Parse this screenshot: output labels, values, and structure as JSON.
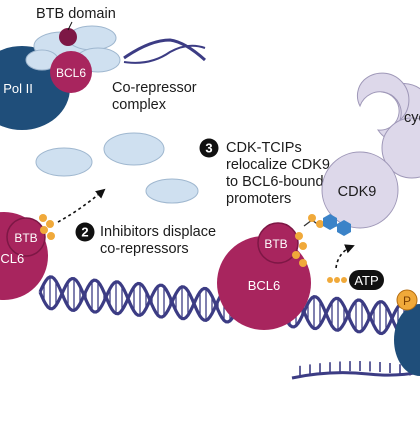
{
  "labels": {
    "btb_domain": "BTB domain",
    "co_repressor_complex": [
      "Co-repressor",
      "complex"
    ],
    "pol_ii": "Pol II",
    "bcl6": "BCL6",
    "btb": "BTB",
    "cdk9": "CDK9",
    "cyclin_partial": "cyc",
    "atp": "ATP",
    "phospho": "P"
  },
  "steps": [
    {
      "number": "2",
      "lines": [
        "Inhibitors displace",
        "co-repressors"
      ]
    },
    {
      "number": "3",
      "lines": [
        "CDK-TCIPs",
        "relocalize CDK9",
        "to BCL6-bound",
        "promoters"
      ]
    }
  ],
  "colors": {
    "bcl6": "#a8255e",
    "bcl6_dark": "#7d1745",
    "pol_ii": "#1f4e7a",
    "co_repressor": "#cfe0f0",
    "cdk9": "#ddd8ea",
    "dna": "#3c3c84",
    "inhibitor": "#f0a93a",
    "ptm_blue": "#3b83c8",
    "phospho": "#f0a93a"
  }
}
